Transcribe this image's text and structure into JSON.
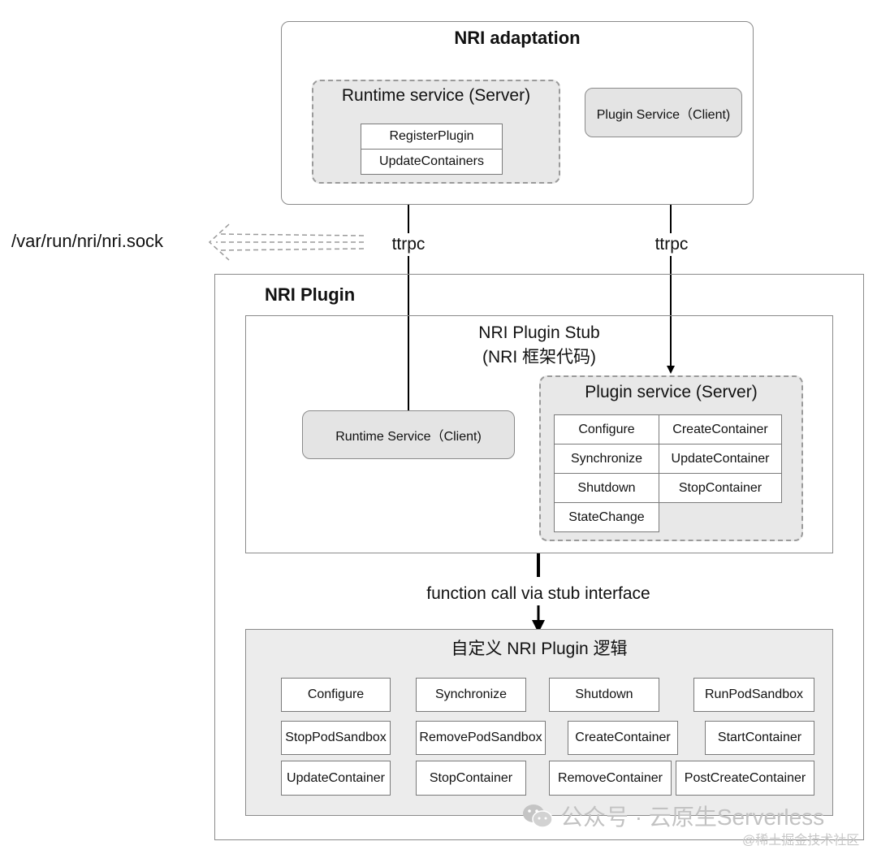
{
  "nri_adaptation": {
    "title": "NRI adaptation",
    "runtime_server": {
      "title": "Runtime service (Server)",
      "methods": [
        "RegisterPlugin",
        "UpdateContainers"
      ]
    },
    "plugin_client": "Plugin Service（Client)"
  },
  "socket_path": "/var/run/nri/nri.sock",
  "transport_left": "ttrpc",
  "transport_right": "ttrpc",
  "nri_plugin": {
    "title": "NRI Plugin",
    "stub": {
      "title": "NRI Plugin Stub",
      "subtitle": "(NRI 框架代码)",
      "runtime_client": "Runtime Service（Client)",
      "plugin_server": {
        "title": "Plugin service (Server)",
        "left_methods": [
          "Configure",
          "Synchronize",
          "Shutdown",
          "StateChange"
        ],
        "right_methods": [
          "CreateContainer",
          "UpdateContainer",
          "StopContainer"
        ]
      }
    },
    "call_label": "function call via stub interface",
    "logic": {
      "title": "自定义 NRI Plugin 逻辑",
      "row1": [
        "Configure",
        "Synchronize",
        "Shutdown",
        "RunPodSandbox"
      ],
      "row2": [
        "StopPodSandbox",
        "RemovePodSandbox",
        "CreateContainer",
        "StartContainer"
      ],
      "row3": [
        "UpdateContainer",
        "StopContainer",
        "RemoveContainer",
        "PostCreateContainer"
      ]
    }
  },
  "watermark": {
    "main": "公众号 · 云原生Serverless",
    "sub": "@稀土掘金技术社区"
  }
}
